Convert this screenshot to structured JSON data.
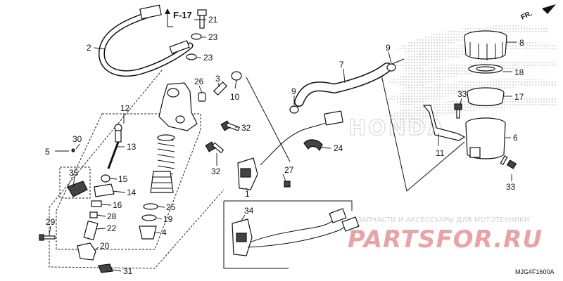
{
  "diagram": {
    "reference": "F-17",
    "direction_label": "FR.",
    "drawing_code": "MJG4F1600A",
    "watermark": {
      "tagline": "ЗАПЧАСТИ И АКСЕССУАРЫ ДЛЯ МОТОТЕХНИКИ",
      "site": "PARTSFOR.RU"
    },
    "callouts": {
      "c1": "1",
      "c2": "2",
      "c3": "3",
      "c4": "4",
      "c5": "5",
      "c6": "6",
      "c7": "7",
      "c8": "8",
      "c9a": "9",
      "c9b": "9",
      "c10": "10",
      "c11": "11",
      "c12": "12",
      "c13": "13",
      "c14": "14",
      "c15": "15",
      "c16": "16",
      "c17": "17",
      "c18": "18",
      "c19": "19",
      "c20": "20",
      "c21": "21",
      "c22": "22",
      "c23a": "23",
      "c23b": "23",
      "c24": "24",
      "c25": "25",
      "c26": "26",
      "c27": "27",
      "c28": "28",
      "c29": "29",
      "c30": "30",
      "c31": "31",
      "c32a": "32",
      "c32b": "32",
      "c33a": "33",
      "c33b": "33",
      "c34": "34",
      "c35": "35"
    }
  }
}
